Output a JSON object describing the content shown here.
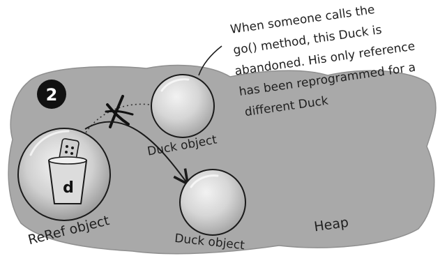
{
  "step_number": "2",
  "callout_lines": [
    "When someone calls the",
    "go() method, this Duck is",
    "abandoned. His only reference",
    "has been reprogrammed for a",
    "different Duck"
  ],
  "reference_variable": "d",
  "objects": {
    "abandoned_duck_label": "Duck object",
    "new_duck_label": "Duck object",
    "reref_label": "ReRef object"
  },
  "heap_label": "Heap",
  "colors": {
    "heap": "#a9a9a9",
    "outline": "#1a1a1a",
    "bubble_light": "#e6e6e6",
    "bubble_mid": "#c4c4c4",
    "cup": "#dcdcdc",
    "badge": "#111111"
  }
}
